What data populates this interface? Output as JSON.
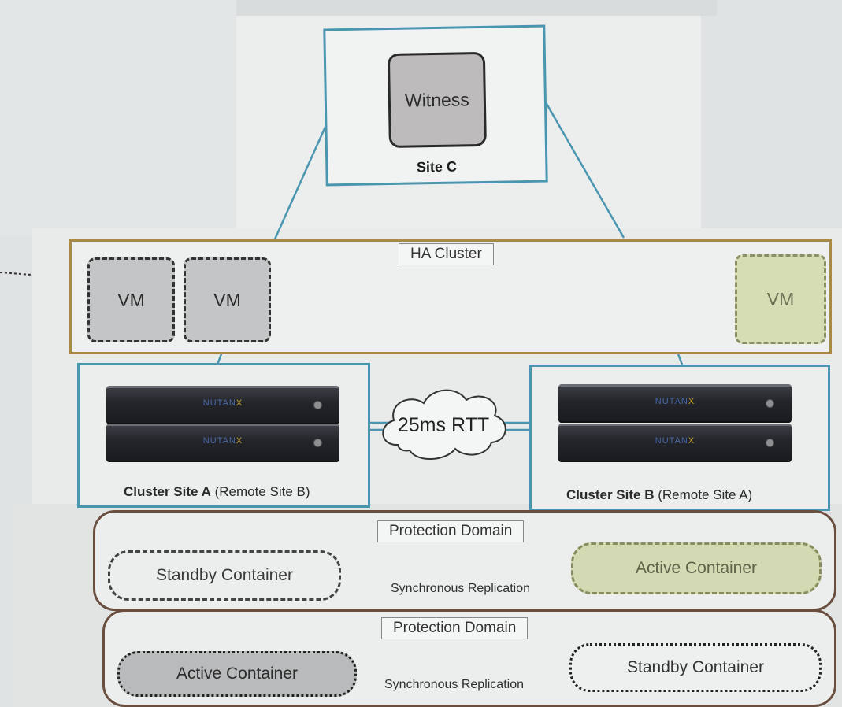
{
  "site_c": {
    "witness_label": "Witness",
    "label": "Site C"
  },
  "ha_cluster": {
    "label": "HA Cluster",
    "vms": [
      "VM",
      "VM",
      "VM"
    ]
  },
  "network": {
    "rtt_label": "25ms RTT"
  },
  "cluster_a": {
    "caption_bold": "Cluster Site A",
    "caption_rest": " (Remote Site B)",
    "server_brand_main": "NUTAN",
    "server_brand_x": "X"
  },
  "cluster_b": {
    "caption_bold": "Cluster Site B",
    "caption_rest": " (Remote Site A)",
    "server_brand_main": "NUTAN",
    "server_brand_x": "X"
  },
  "protection_domain_1": {
    "label": "Protection Domain",
    "left_container": "Standby Container",
    "right_container": "Active Container",
    "replication_label": "Synchronous Replication"
  },
  "protection_domain_2": {
    "label": "Protection Domain",
    "left_container": "Active Container",
    "right_container": "Standby Container",
    "replication_label": "Synchronous Replication"
  },
  "colors": {
    "site_border": "#4a96b0",
    "ha_border": "#a88a45",
    "pd_border": "#6a4f3e",
    "active_green": "#d3d9b3"
  }
}
